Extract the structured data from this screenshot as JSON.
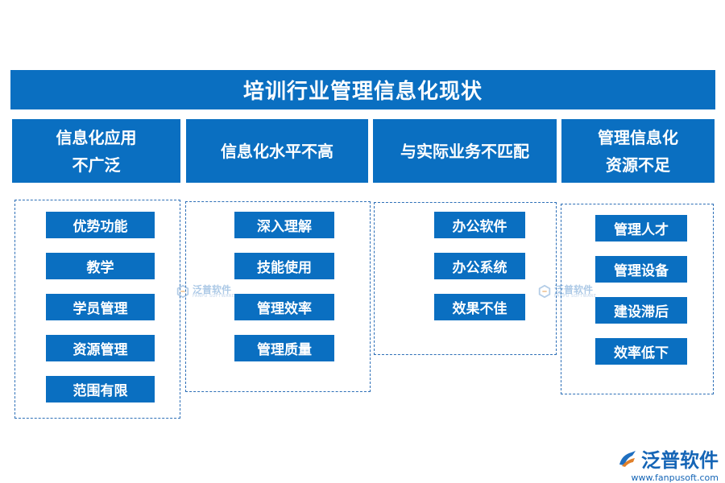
{
  "title": "培训行业管理信息化现状",
  "columns": [
    {
      "heading_lines": [
        "信息化应用",
        "不广泛"
      ],
      "items": [
        "优势功能",
        "教学",
        "学员管理",
        "资源管理",
        "范围有限"
      ]
    },
    {
      "heading_lines": [
        "信息化水平不高"
      ],
      "items": [
        "深入理解",
        "技能使用",
        "管理效率",
        "管理质量"
      ]
    },
    {
      "heading_lines": [
        "与实际业务不匹配"
      ],
      "items": [
        "办公软件",
        "办公系统",
        "效果不佳"
      ]
    },
    {
      "heading_lines": [
        "管理信息化",
        "资源不足"
      ],
      "items": [
        "管理人才",
        "管理设备",
        "建设滞后",
        "效率低下"
      ]
    }
  ],
  "watermark": {
    "cn": "泛普软件",
    "en": "FANPU SOFTWARE"
  },
  "logo": {
    "name": "泛普软件",
    "url": "www.fanpusoft.com"
  },
  "colors": {
    "primary_blue": "#0a6fc1",
    "dash_border": "#2d6fb7"
  }
}
